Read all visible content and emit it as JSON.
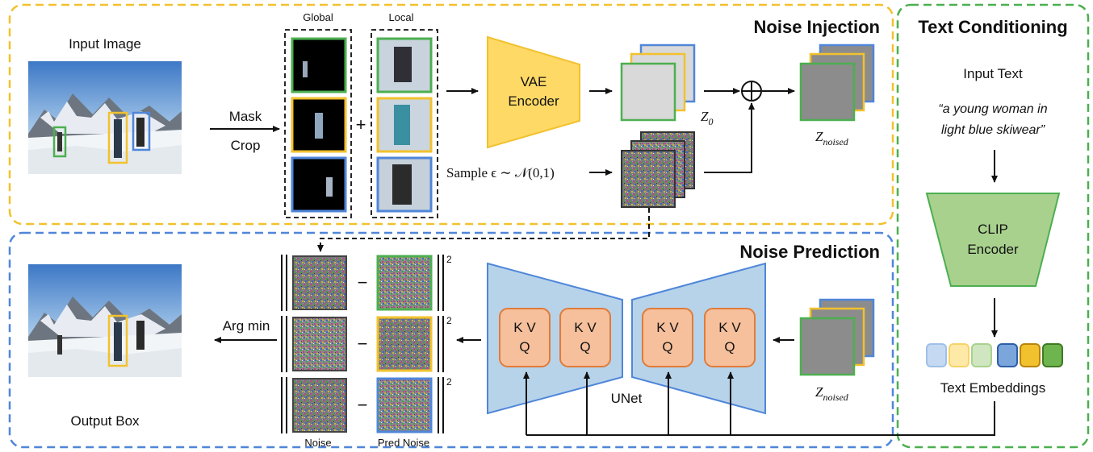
{
  "colors": {
    "noise_injection_border": "#f2c12e",
    "noise_prediction_border": "#4f86d9",
    "text_conditioning_border": "#4caf50",
    "vae_fill": "#ffd966",
    "unet_fill": "#b7d3ea",
    "clip_fill": "#a9d18e",
    "kvq_fill": "#f6c09c",
    "kvq_border": "#e07b39",
    "green_box": "#4caf50",
    "yellow_box": "#f2c12e",
    "blue_box": "#4f86d9"
  },
  "noise_injection": {
    "title": "Noise Injection",
    "input_image_label": "Input Image",
    "mask_label": "Mask",
    "crop_label": "Crop",
    "global_label": "Global",
    "local_label": "Local",
    "plus": "+",
    "vae_line1": "VAE",
    "vae_line2": "Encoder",
    "z0_label": "Z",
    "z0_sub": "0",
    "sample_text": "Sample ϵ ∼ 𝒩(0,1)",
    "znoised_label": "Z",
    "znoised_sub": "noised"
  },
  "noise_prediction": {
    "title": "Noise Prediction",
    "output_label": "Output Box",
    "argmin_label": "Arg min",
    "noise_label": "Noise",
    "pred_noise_label": "Pred Noise",
    "minus": "−",
    "squared": "2",
    "unet_label": "UNet",
    "kv": "K V",
    "q": "Q",
    "znoised_label": "Z",
    "znoised_sub": "noised"
  },
  "text_conditioning": {
    "title": "Text Conditioning",
    "input_text_label": "Input Text",
    "quote_line1": "“a young woman in",
    "quote_line2": "light blue skiwear”",
    "clip_line1": "CLIP",
    "clip_line2": "Encoder",
    "embeddings_label": "Text Embeddings"
  }
}
